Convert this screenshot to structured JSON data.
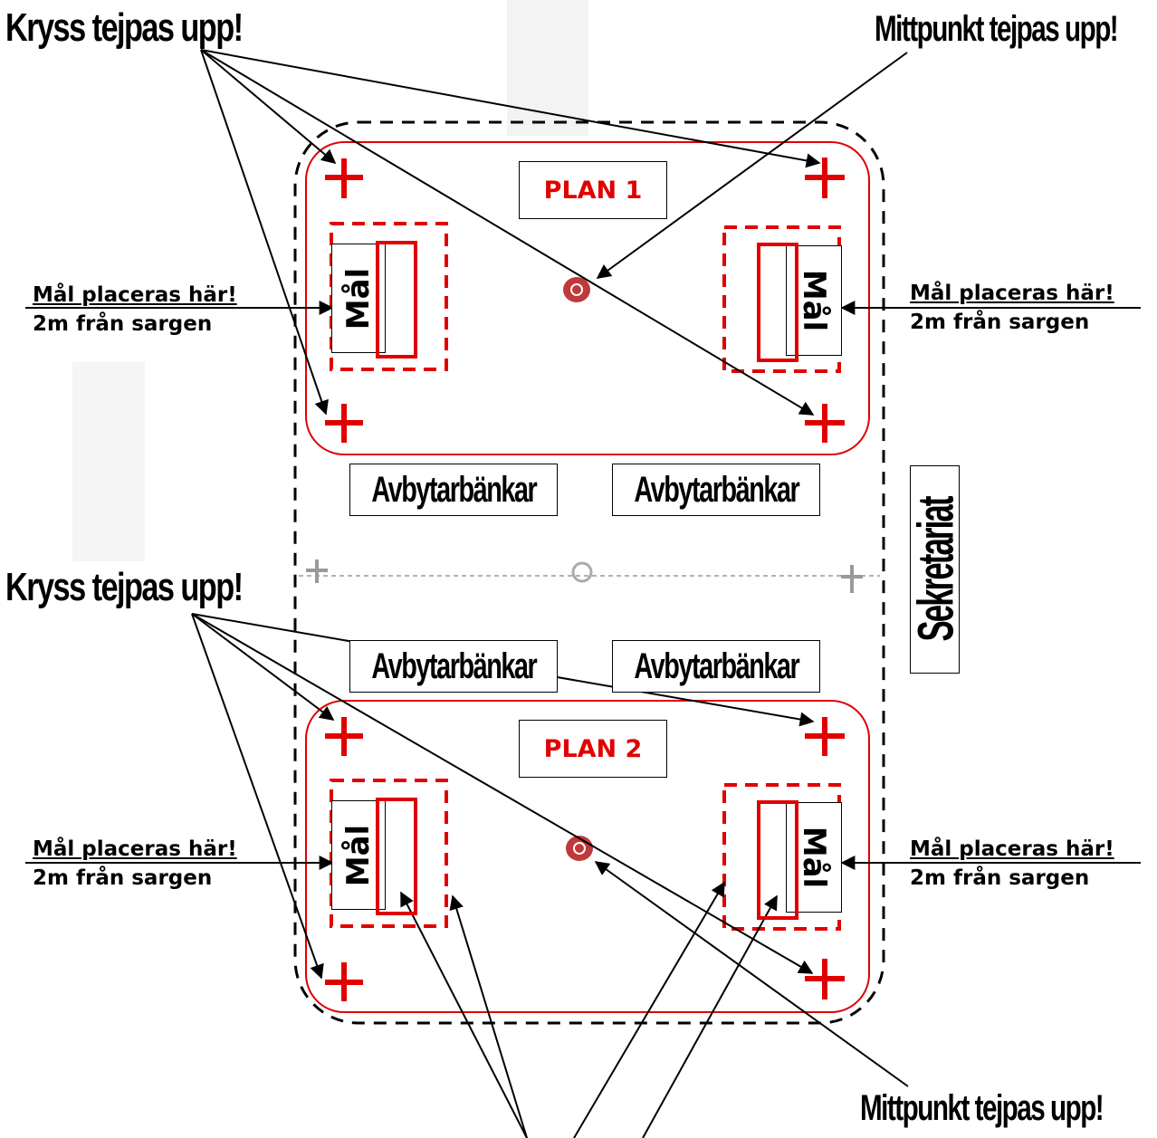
{
  "labels": {
    "cross_tape_top": "Kryss tejpas upp!",
    "cross_tape_mid": "Kryss tejpas upp!",
    "center_tape_top": "Mittpunkt tejpas upp!",
    "center_tape_bottom": "Mittpunkt tejpas upp!"
  },
  "goal_note": {
    "line1": "Mål placeras här!",
    "line2": "2m från sargen"
  },
  "courts": [
    {
      "label": "PLAN 1",
      "goal_text": "Mål"
    },
    {
      "label": "PLAN 2",
      "goal_text": "Mål"
    }
  ],
  "benches": [
    "Avbytarbänkar",
    "Avbytarbänkar",
    "Avbytarbänkar",
    "Avbytarbänkar"
  ],
  "secretariat": "Sekretariat",
  "colors": {
    "court_outline": "#e00000",
    "plan_label": "#e00000",
    "center_dot": "#c0393b",
    "outer_dashed": "#000000",
    "divider": "#888888"
  }
}
